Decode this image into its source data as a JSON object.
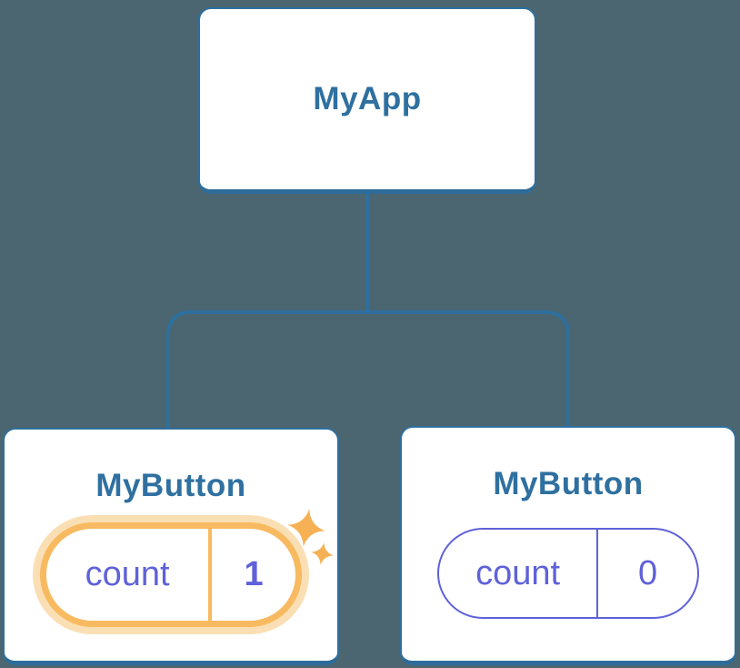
{
  "diagram": {
    "root": {
      "label": "MyApp"
    },
    "children": [
      {
        "label": "MyButton",
        "state": {
          "key": "count",
          "value": "1"
        },
        "highlighted": true
      },
      {
        "label": "MyButton",
        "state": {
          "key": "count",
          "value": "0"
        },
        "highlighted": false
      }
    ]
  },
  "icons": {
    "sparkle": "four-point-star"
  },
  "colors": {
    "background": "#4B6670",
    "card_background": "#FFFFFF",
    "card_border": "#2E6F9E",
    "card_border_bottom": "#2D6C9A",
    "connector": "#2E6F9E",
    "title_text": "#2F70A0",
    "state_text": "#5F62D8",
    "state_border": "#5F62D8",
    "highlight_orange": "#F8BA60",
    "highlight_glow": "#FBDFB4",
    "sparkle": "#F6B155"
  }
}
